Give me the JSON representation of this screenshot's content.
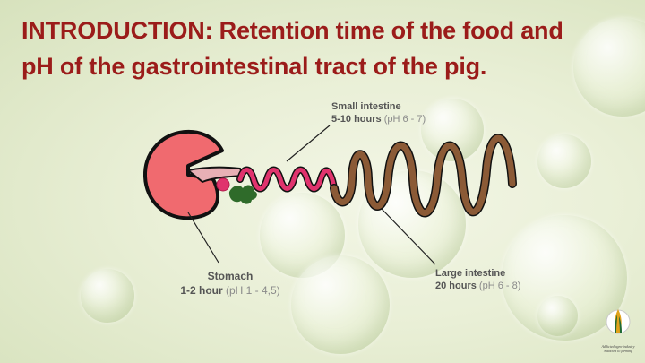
{
  "slide": {
    "title_line1": "INTRODUCTION:  Retention time of the food and",
    "title_line2": "pH of the gastrointestinal tract of the pig."
  },
  "labels": {
    "small_intestine": {
      "name": "Small intestine",
      "time": "5-10 hours",
      "ph": "(pH 6 - 7)"
    },
    "stomach": {
      "name": "Stomach",
      "time": "1-2 hour",
      "ph": "(pH 1 - 4,5)"
    },
    "large_intestine": {
      "name": "Large intestine",
      "time": "20 hours",
      "ph": "(pH 6 - 8)"
    }
  },
  "logo": {
    "line1": "Addicted agro-industry",
    "line2": "Addicted to farming"
  },
  "colors": {
    "title": "#9b1c1a",
    "stomach": "#f06a6f",
    "small_intestine": "#e0336d",
    "large_intestine": "#8b5a36",
    "pancreas": "#2f6b2a",
    "label_text": "#555555",
    "ph_text": "#8a8a8a"
  }
}
